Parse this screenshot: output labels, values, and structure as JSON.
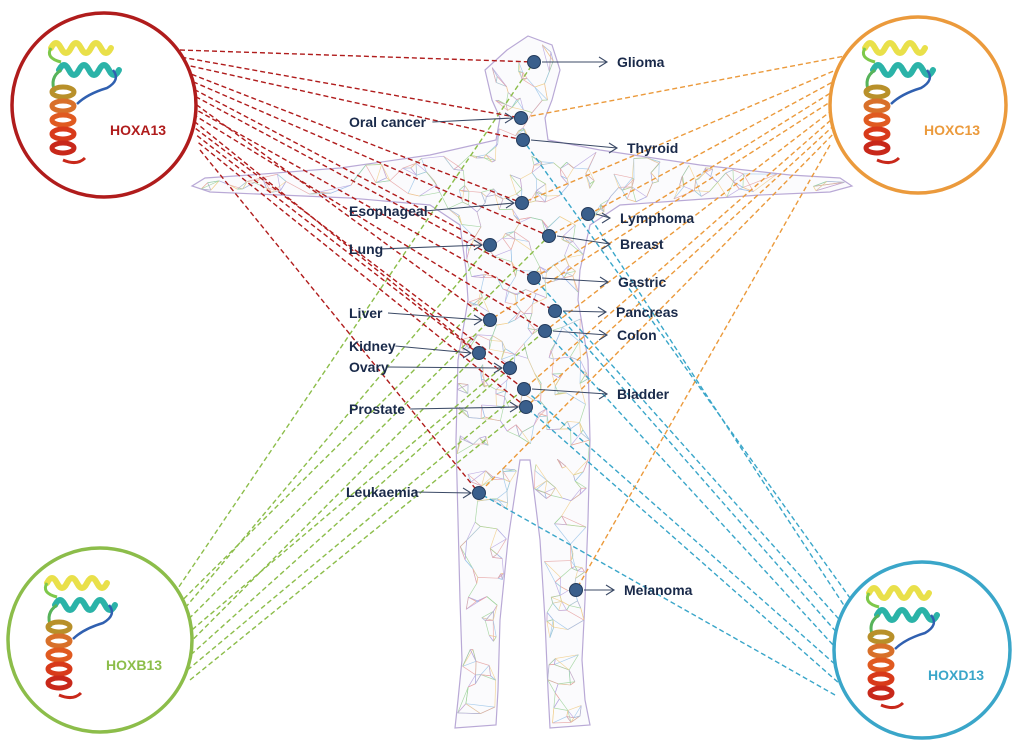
{
  "genes": [
    {
      "id": "hoxa13",
      "label": "HOXA13",
      "color": "#b01c1c"
    },
    {
      "id": "hoxc13",
      "label": "HOXC13",
      "color": "#eb9a3c"
    },
    {
      "id": "hoxb13",
      "label": "HOXB13",
      "color": "#8cbd4a"
    },
    {
      "id": "hoxd13",
      "label": "HOXD13",
      "color": "#3aa6c9"
    }
  ],
  "cancers": [
    {
      "id": "glioma",
      "label": "Glioma",
      "side": "right",
      "genes": [
        "hoxa13",
        "hoxb13"
      ]
    },
    {
      "id": "oral-cancer",
      "label": "Oral cancer",
      "side": "left",
      "genes": [
        "hoxa13",
        "hoxc13"
      ]
    },
    {
      "id": "thyroid",
      "label": "Thyroid",
      "side": "right",
      "genes": [
        "hoxa13",
        "hoxd13"
      ]
    },
    {
      "id": "esophageal",
      "label": "Esophageal",
      "side": "left",
      "genes": [
        "hoxa13",
        "hoxc13"
      ]
    },
    {
      "id": "lymphoma",
      "label": "Lymphoma",
      "side": "right",
      "genes": [
        "hoxd13"
      ]
    },
    {
      "id": "breast",
      "label": "Breast",
      "side": "right",
      "genes": [
        "hoxa13",
        "hoxc13",
        "hoxb13"
      ]
    },
    {
      "id": "lung",
      "label": "Lung",
      "side": "left",
      "genes": [
        "hoxa13",
        "hoxb13"
      ]
    },
    {
      "id": "gastric",
      "label": "Gastric",
      "side": "right",
      "genes": [
        "hoxa13",
        "hoxc13",
        "hoxd13"
      ]
    },
    {
      "id": "liver",
      "label": "Liver",
      "side": "left",
      "genes": [
        "hoxa13",
        "hoxc13",
        "hoxb13"
      ]
    },
    {
      "id": "pancreas",
      "label": "Pancreas",
      "side": "right",
      "genes": [
        "hoxa13",
        "hoxd13"
      ]
    },
    {
      "id": "colon",
      "label": "Colon",
      "side": "right",
      "genes": [
        "hoxa13",
        "hoxc13",
        "hoxb13",
        "hoxd13"
      ]
    },
    {
      "id": "kidney",
      "label": "Kidney",
      "side": "left",
      "genes": [
        "hoxa13",
        "hoxb13"
      ]
    },
    {
      "id": "ovary",
      "label": "Ovary",
      "side": "left",
      "genes": [
        "hoxa13",
        "hoxb13"
      ]
    },
    {
      "id": "bladder",
      "label": "Bladder",
      "side": "right",
      "genes": [
        "hoxa13",
        "hoxc13",
        "hoxb13",
        "hoxd13"
      ]
    },
    {
      "id": "prostate",
      "label": "Prostate",
      "side": "left",
      "genes": [
        "hoxa13",
        "hoxc13",
        "hoxb13",
        "hoxd13"
      ]
    },
    {
      "id": "leukaemia",
      "label": "Leukaemia",
      "side": "left",
      "genes": [
        "hoxa13",
        "hoxc13",
        "hoxd13"
      ]
    },
    {
      "id": "melanoma",
      "label": "Melanoma",
      "side": "right",
      "genes": [
        "hoxc13"
      ]
    }
  ],
  "colors": {
    "label": "#1a2a4a",
    "organ_dot": "#3a5f8c",
    "arrow": "#3b4a66",
    "body_mesh": [
      "#e6a3a3",
      "#b8a5e0",
      "#9fd39b",
      "#f1d08f",
      "#9cc5e9"
    ]
  },
  "icons": [
    "protein-structure-icon"
  ]
}
